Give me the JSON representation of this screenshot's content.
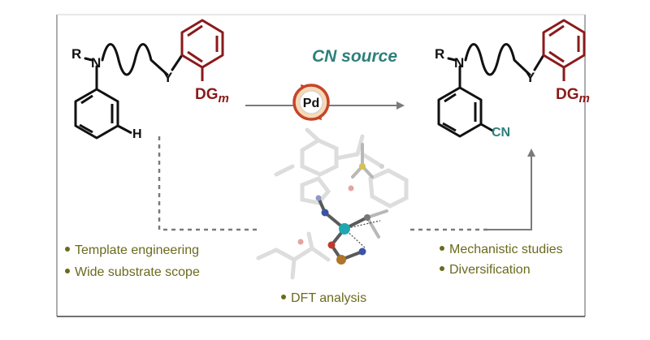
{
  "colors": {
    "bond": "#111111",
    "ring_dg": "#8b1a1a",
    "dg_text": "#8b1a1a",
    "cn_text": "#2e7f7b",
    "bullet": "#6b6a1d",
    "frame": "#666666",
    "arrow": "#7a7a7a",
    "pd_ring": "#c4452b",
    "pd_fill": "#f7d9b6"
  },
  "reagent": {
    "cn_source": "CN source",
    "catalyst": "Pd"
  },
  "left_molecule": {
    "r": "R",
    "n": "N",
    "y": "Y",
    "dg": "DG",
    "dg_sub": "m",
    "h": "H"
  },
  "right_molecule": {
    "r": "R",
    "n": "N",
    "y": "Y",
    "dg": "DG",
    "dg_sub": "m",
    "cn": "CN"
  },
  "bullets_left": [
    "Template engineering",
    "Wide substrate scope"
  ],
  "bullets_right": [
    "Mechanistic studies",
    "Diversification"
  ],
  "bullet_bottom": "DFT analysis",
  "icons": [
    "pd-catalyst-icon",
    "dft-structure-icon"
  ]
}
